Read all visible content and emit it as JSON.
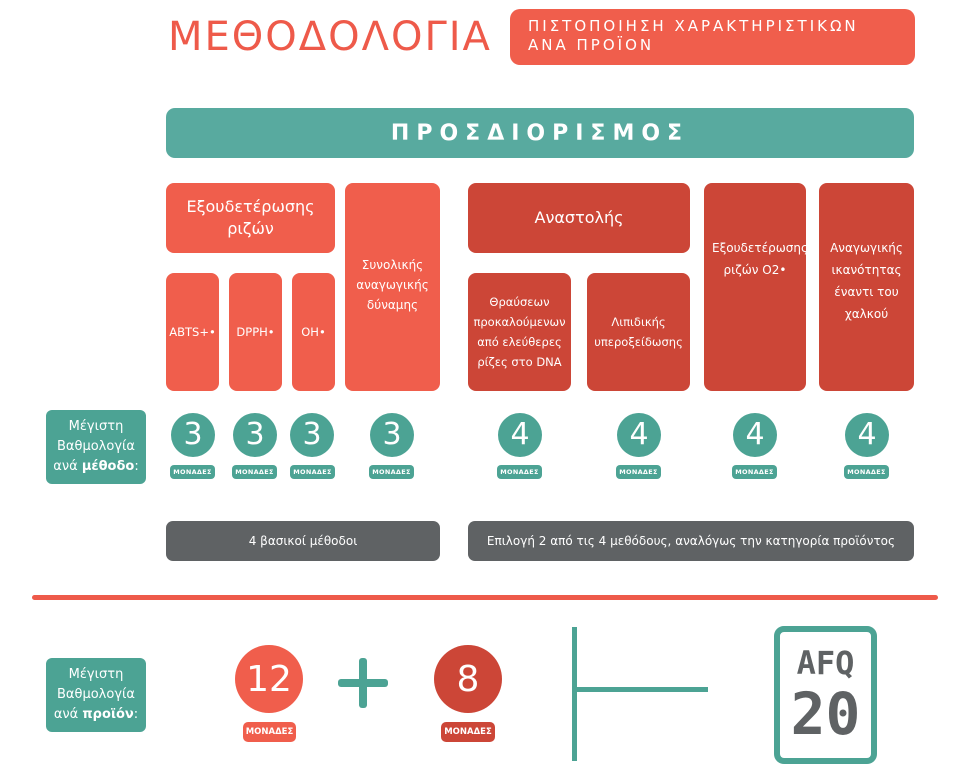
{
  "header": {
    "title": "ΜΕΘΟΔΟΛΟΓΙΑ",
    "subtitle_line1": "ΠΙΣΤΟΠΟΙΗΣΗ ΧΑΡΑΚΤΗΡΙΣΤΙΚΩΝ",
    "subtitle_line2": "ΑΝΑ ΠΡΟΪΟΝ"
  },
  "main_bar": "ΠΡΟΣΔΙΟΡΙΣΜΟΣ",
  "categories": {
    "neutralization": "Εξουδετέρωσης ριζών",
    "total_reducing": "Συνολικής αναγωγικής δύναμης",
    "inhibition": "Αναστολής",
    "superoxide": "Εξουδετέρωσης ριζών O2•",
    "copper": "Αναγωγικής ικανότητας έναντι του χαλκού"
  },
  "methods": {
    "abts": "ABTS+•",
    "dpph": "DPPH•",
    "oh": "OH•",
    "dna": "Θραύσεων προκαλούμενων από ελεύθερες ρίζες στο DNA",
    "lipid": "Λιπιδικής υπεροξείδωσης"
  },
  "score_method_label": {
    "line1": "Μέγιστη",
    "line2": "Βαθμολογία",
    "prefix": "ανά ",
    "bold": "μέθοδο",
    "suffix": ":"
  },
  "scores": [
    {
      "value": "3",
      "unit": "ΜΟΝΑΔΕΣ"
    },
    {
      "value": "3",
      "unit": "ΜΟΝΑΔΕΣ"
    },
    {
      "value": "3",
      "unit": "ΜΟΝΑΔΕΣ"
    },
    {
      "value": "3",
      "unit": "ΜΟΝΑΔΕΣ"
    },
    {
      "value": "4",
      "unit": "ΜΟΝΑΔΕΣ"
    },
    {
      "value": "4",
      "unit": "ΜΟΝΑΔΕΣ"
    },
    {
      "value": "4",
      "unit": "ΜΟΝΑΔΕΣ"
    },
    {
      "value": "4",
      "unit": "ΜΟΝΑΔΕΣ"
    }
  ],
  "grey_bars": {
    "basic": "4 βασικοί μέθοδοι",
    "choice": "Επιλογή 2 από τις 4 μεθόδους, αναλόγως την κατηγορία προϊόντος"
  },
  "score_product_label": {
    "line1": "Μέγιστη",
    "line2": "Βαθμολογία",
    "prefix": "ανά ",
    "bold": "προϊόν",
    "suffix": ":"
  },
  "product": {
    "basic_value": "12",
    "basic_unit": "ΜΟΝΑΔΕΣ",
    "choice_value": "8",
    "choice_unit": "ΜΟΝΑΔΕΣ"
  },
  "logo": {
    "line1": "AFQ",
    "line2": "20"
  },
  "colors": {
    "accent_red": "#f05e4c",
    "dark_red": "#cc4637",
    "teal": "#4ca394",
    "grey": "#5f6264"
  }
}
